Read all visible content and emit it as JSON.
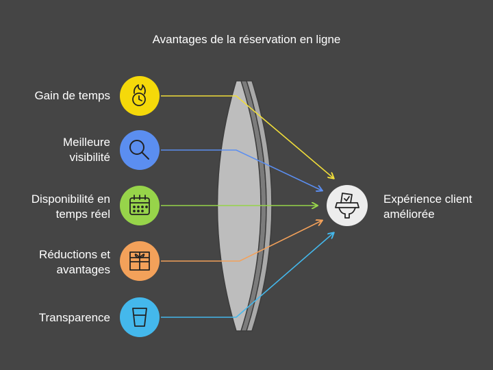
{
  "title": "Avantages de la réservation en ligne",
  "inputs": [
    {
      "label": "Gain de temps",
      "color": "#f5d90a",
      "line_color": "#f0dd3a",
      "icon": "stopwatch-fire-icon"
    },
    {
      "label": "Meilleure\nvisibilité",
      "color": "#5b8ef0",
      "line_color": "#5b8ef0",
      "icon": "magnifier-icon"
    },
    {
      "label": "Disponibilité en\ntemps réel",
      "color": "#97d44a",
      "line_color": "#97d44a",
      "icon": "calendar-icon"
    },
    {
      "label": "Réductions et\navantages",
      "color": "#f3a15a",
      "line_color": "#f3a15a",
      "icon": "gift-icon"
    },
    {
      "label": "Transparence",
      "color": "#44b8ec",
      "line_color": "#44b8ec",
      "icon": "glass-icon"
    }
  ],
  "outcome": {
    "label": "Expérience client\naméliorée",
    "color": "#ededed",
    "icon": "ballot-box-icon"
  },
  "lens_color": "#bdbdbd"
}
